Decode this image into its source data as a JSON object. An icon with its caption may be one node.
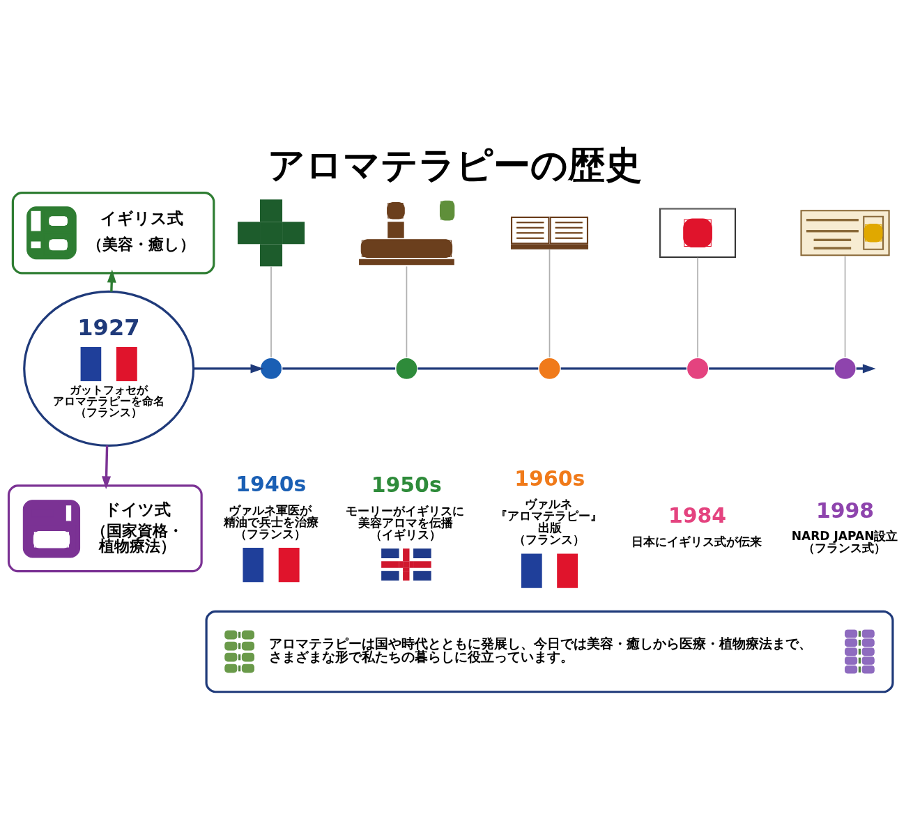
{
  "diagram": {
    "title": "アロマテラピーの歴史",
    "nodes": [
      {
        "text": [
          "1927",
          "ガットフォセがアロマテラピーを命名（フランス）"
        ]
      },
      {
        "text": [
          "イギリス式",
          "（美容・癒し）"
        ]
      },
      {
        "text": [
          "ドイツ式",
          "（国家資格・植物療法）"
        ]
      },
      {
        "text": [],
        "shape": "picture"
      },
      {
        "text": [],
        "shape": "circle",
        "beside": [
          "1940s",
          "ヴァルネ軍医が精油で兵士を治療（フランス）"
        ]
      },
      {
        "text": [],
        "shape": "picture"
      },
      {
        "text": [],
        "shape": "circle",
        "beside": [
          "1950s",
          "モーリーがイギリスに美容アロマを伝播（イギリス）"
        ]
      },
      {
        "text": [],
        "shape": "picture"
      },
      {
        "text": [],
        "shape": "circle",
        "beside": [
          "1960s",
          "ヴァルネ『アロマテラピー』出版（フランス）"
        ]
      },
      {
        "text": [],
        "shape": "picture"
      },
      {
        "text": [],
        "shape": "circle",
        "beside": [
          "1984",
          "日本にイギリス式が伝来"
        ]
      },
      {
        "text": [],
        "shape": "picture"
      },
      {
        "text": [],
        "shape": "circle",
        "beside": [
          "1998",
          "NARD JAPAN設立（フランス式）"
        ]
      },
      {
        "text": [
          "アロマテラピーは国や時代とともに発展し、今日では美容・癒しから医療・植物療法まで、さまざまな形で私たちの暮らしに役立っています。"
        ]
      }
    ],
    "edges": [
      {
        "from": 0,
        "to": 1,
        "arrow": "to",
        "color": "#2e7d32"
      },
      {
        "from": 0,
        "to": 2,
        "arrow": "to",
        "color": "#7b3294"
      },
      {
        "from": 0,
        "to": 4,
        "arrow": "to"
      },
      {
        "from": 4,
        "to": 6,
        "arrow": "none"
      },
      {
        "from": 6,
        "to": 8,
        "arrow": "none"
      },
      {
        "from": 8,
        "to": 10,
        "arrow": "none"
      },
      {
        "from": 10,
        "to": 12,
        "arrow": "none"
      },
      {
        "from": 12,
        "to": null,
        "arrow": "to"
      },
      {
        "from": 3,
        "to": 4,
        "arrow": "none",
        "color": "#b0b0b0"
      },
      {
        "from": 5,
        "to": 6,
        "arrow": "none",
        "color": "#b0b0b0"
      },
      {
        "from": 7,
        "to": 8,
        "arrow": "none",
        "color": "#b0b0b0"
      },
      {
        "from": 9,
        "to": 10,
        "arrow": "none",
        "color": "#b0b0b0"
      },
      {
        "from": 11,
        "to": 12,
        "arrow": "none",
        "color": "#b0b0b0"
      }
    ]
  }
}
